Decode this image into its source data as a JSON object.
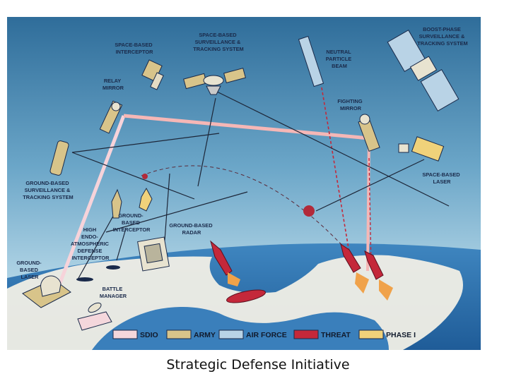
{
  "caption": "Strategic Defense Initiative",
  "labels": {
    "space_based_interceptor": [
      "SPACE-BASED",
      "INTERCEPTOR"
    ],
    "space_based_surveillance": [
      "SPACE-BASED",
      "SURVEILLANCE &",
      "TRACKING SYSTEM"
    ],
    "neutral_particle_beam": [
      "NEUTRAL",
      "PARTICLE",
      "BEAM"
    ],
    "boost_phase": [
      "BOOST-PHASE",
      "SURVEILLANCE &",
      "TRACKING SYSTEM"
    ],
    "relay_mirror": [
      "RELAY",
      "MIRROR"
    ],
    "fighting_mirror": [
      "FIGHTING",
      "MIRROR"
    ],
    "space_based_laser": [
      "SPACE-BASED",
      "LASER"
    ],
    "ground_based_surveillance": [
      "GROUND-BASED",
      "SURVEILLANCE &",
      "TRACKING SYSTEM"
    ],
    "ground_based_interceptor": [
      "GROUND-",
      "BASED",
      "INTERCEPTOR"
    ],
    "ground_based_radar": [
      "GROUND-BASED",
      "RADAR"
    ],
    "high_endo": [
      "HIGH",
      "ENDO-",
      "ATMOSPHERIC",
      "DEFENSE",
      "INTERCEPTOR"
    ],
    "ground_based_laser": [
      "GROUND-",
      "BASED",
      "LASER"
    ],
    "battle_manager": [
      "BATTLE",
      "MANAGER"
    ]
  },
  "legend": [
    {
      "label": "SDIO",
      "color": "#f4d7dc"
    },
    {
      "label": "ARMY",
      "color": "#d8c48a"
    },
    {
      "label": "AIR FORCE",
      "color": "#b9d3e6"
    },
    {
      "label": "THREAT",
      "color": "#c4283a"
    },
    {
      "label": "PHASE I",
      "color": "#f0d27a"
    }
  ]
}
